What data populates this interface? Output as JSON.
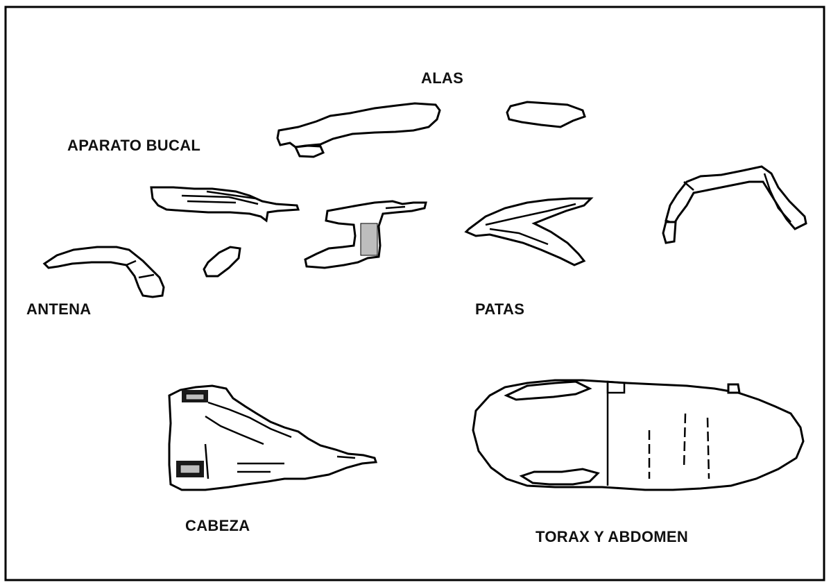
{
  "labels": {
    "alas": "ALAS",
    "aparato_bucal": "APARATO BUCAL",
    "antena": "ANTENA",
    "patas": "PATAS",
    "cabeza": "CABEZA",
    "torax_abdomen": "TORAX Y ABDOMEN"
  },
  "parts": [
    "wing-large",
    "wing-small",
    "mouthpart-labrum",
    "mouthpart-mandible",
    "mouthpart-maxilla",
    "antenna",
    "leg-front",
    "leg-middle",
    "leg-hind",
    "head",
    "thorax-abdomen"
  ],
  "colors": {
    "line": "#000000",
    "fill": "#ffffff",
    "shade": "#bdbdbd"
  }
}
